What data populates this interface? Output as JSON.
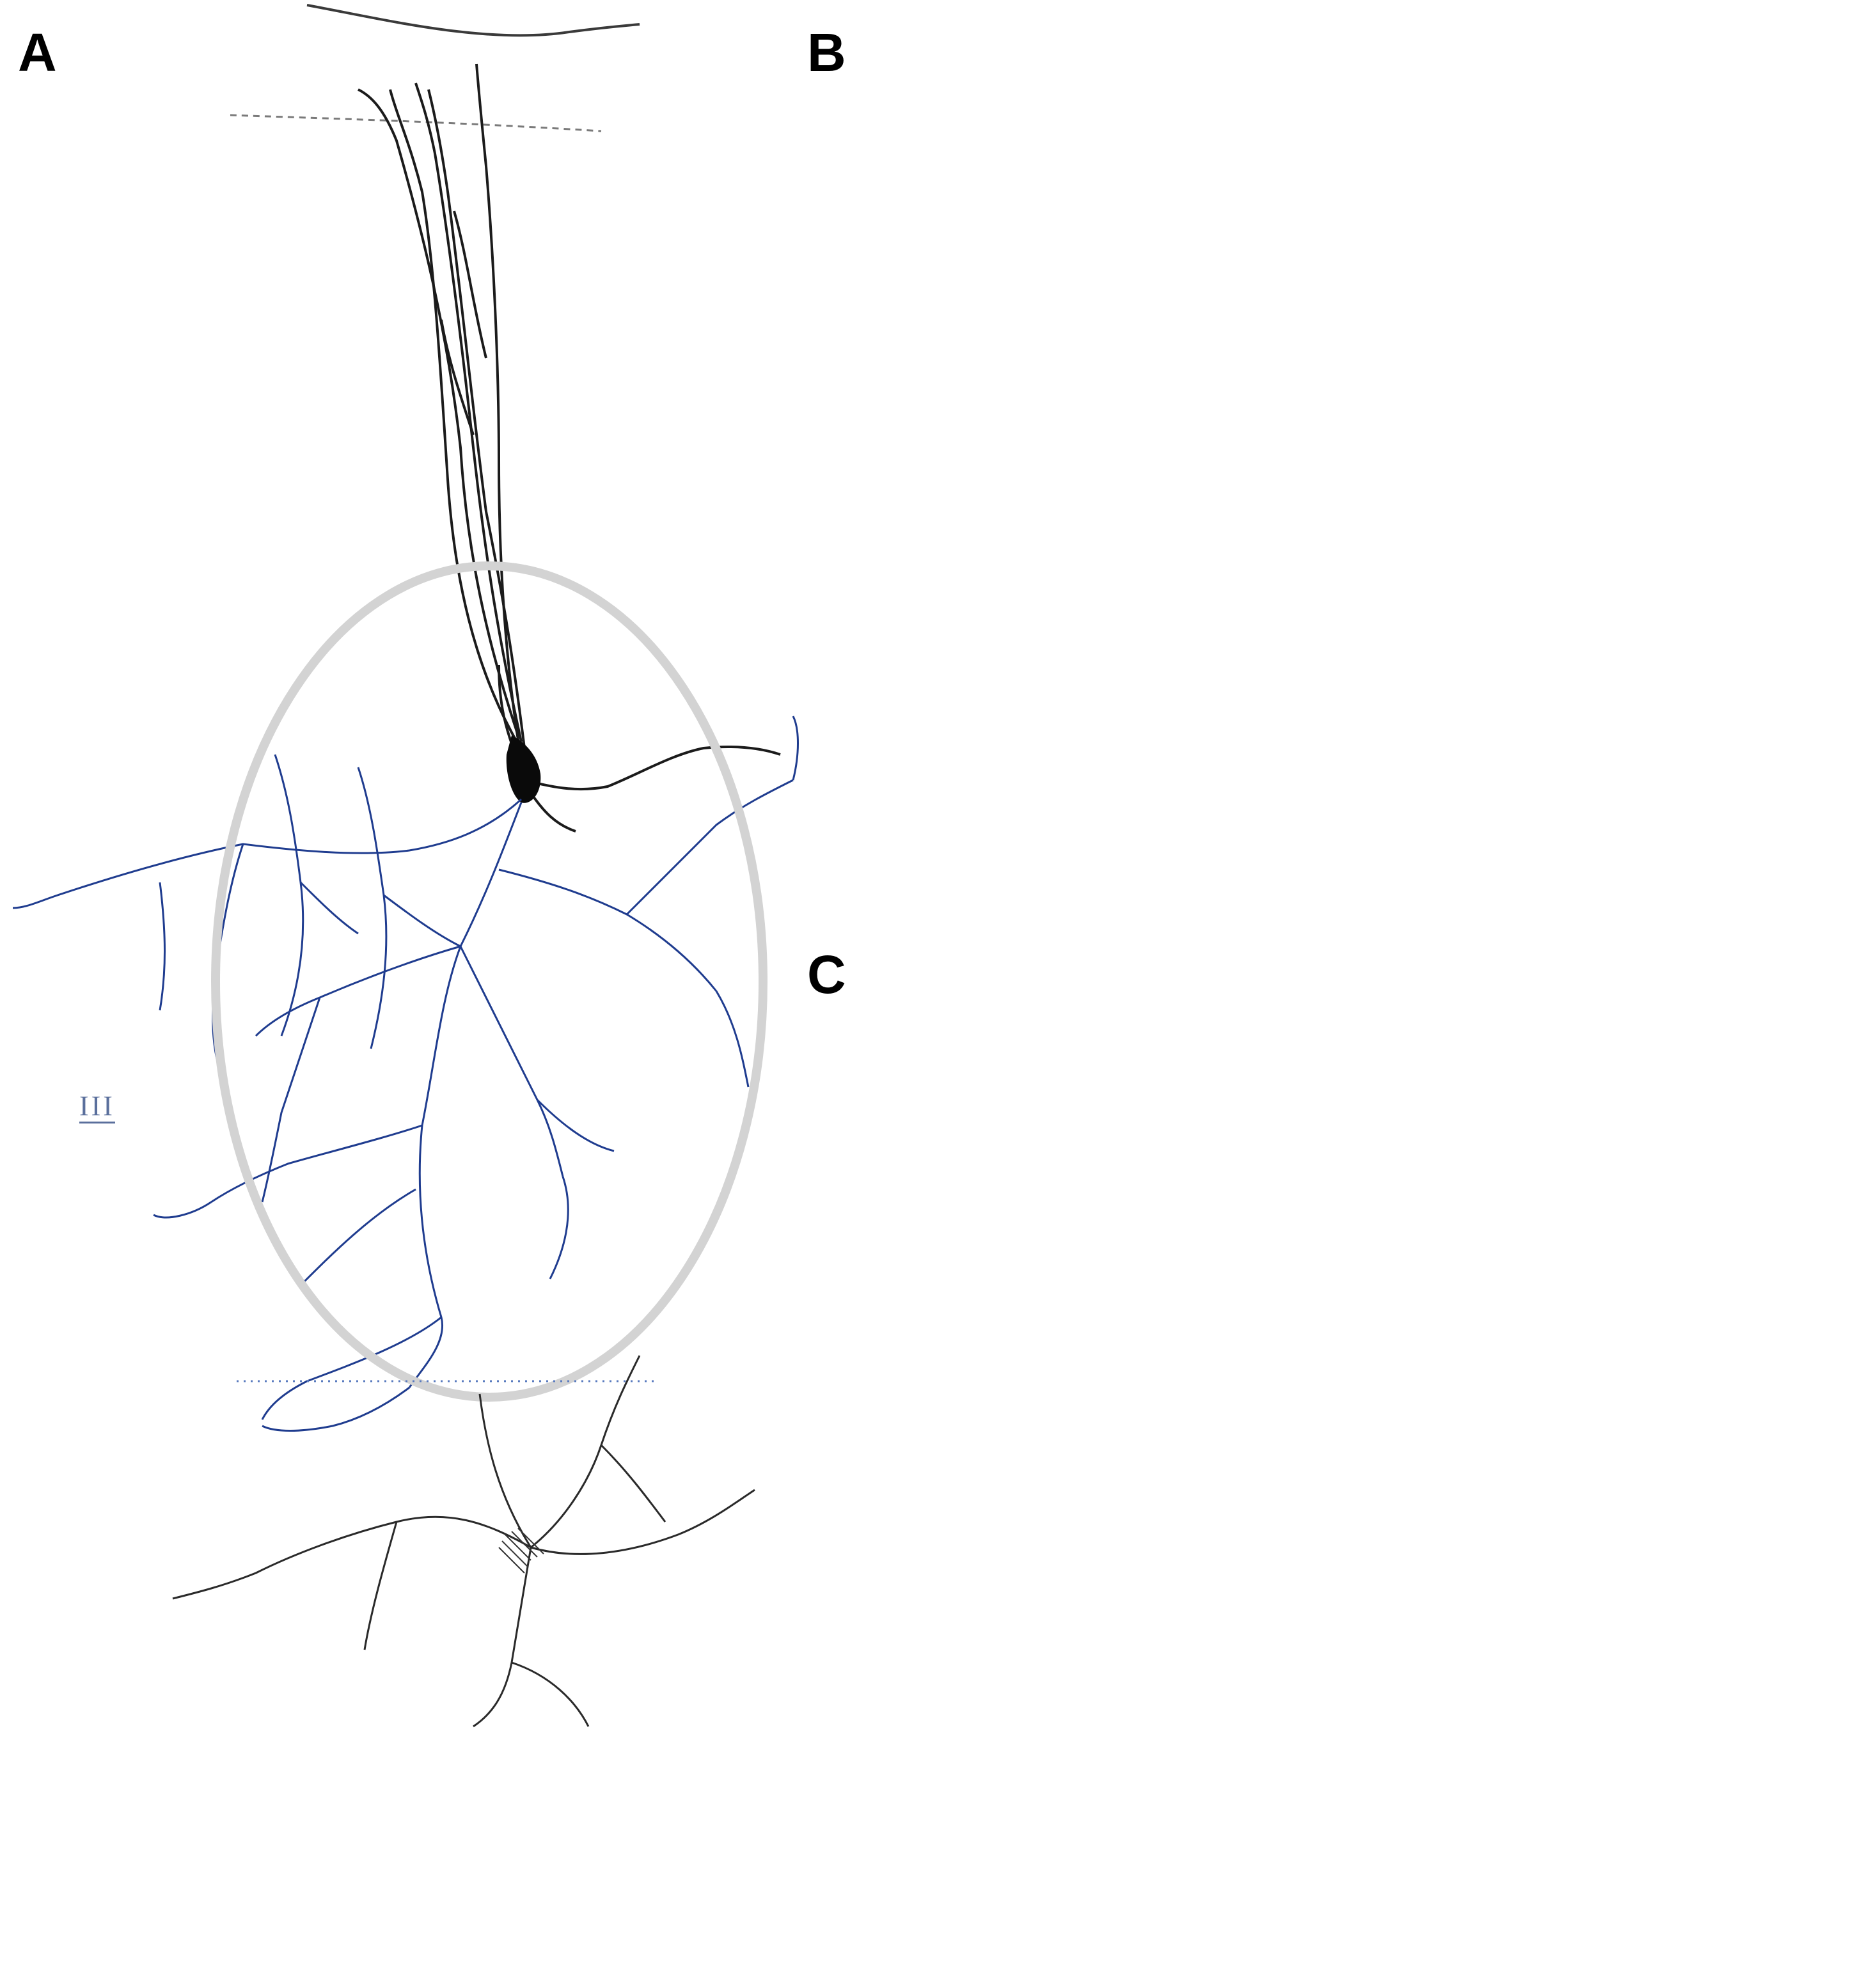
{
  "panels": [
    {
      "label": "A",
      "layer_mark": "III"
    },
    {
      "label": "B"
    },
    {
      "label": "C"
    }
  ],
  "colors": {
    "dendrite": "#1b1b1b",
    "axon_blue": "#1f3c8f",
    "axon_red": "#8a2a36",
    "axon_teal": "#3a9c94",
    "domain_ellipse": "#d3d3d3",
    "scale_box": "#606060",
    "pia_line": "#3a3a3a",
    "boundary_line": "#a0a0a0"
  },
  "icons": {
    "scale_bar": "scale-bar",
    "scale_box": "gray-square-placeholder",
    "cell_body": "neuron-soma"
  }
}
